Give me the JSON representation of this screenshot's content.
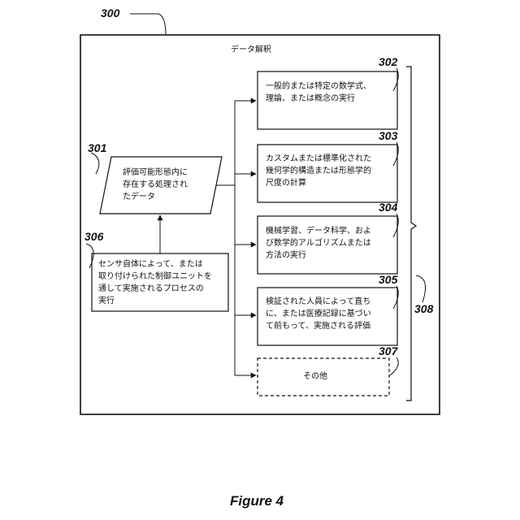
{
  "diagram": {
    "ref_main": "300",
    "title": "データ解釈",
    "nodes": {
      "n301": {
        "ref": "301",
        "lines": [
          "評価可能形態内に",
          "存在する処理され",
          "たデータ"
        ]
      },
      "n306": {
        "ref": "306",
        "lines": [
          "センサ自体によって、または",
          "取り付けられた制御ユニットを",
          "通して実施されるプロセスの",
          "実行"
        ]
      },
      "n302": {
        "ref": "302",
        "lines": [
          "一般的または特定の数学式、",
          "理論、または概念の実行"
        ]
      },
      "n303": {
        "ref": "303",
        "lines": [
          "カスタムまたは標準化された",
          "幾何学的構造または形態学的",
          "尺度の計算"
        ]
      },
      "n304": {
        "ref": "304",
        "lines": [
          "機械学習、データ科学、およ",
          "び数学的アルゴリズムまたは",
          "方法の実行"
        ]
      },
      "n305": {
        "ref": "305",
        "lines": [
          "検証された人員によって直ち",
          "に、または医療記録に基づい",
          "て前もって、実施される評価"
        ]
      },
      "n307": {
        "ref": "307",
        "lines": [
          "その他"
        ]
      }
    },
    "bracket_ref": "308"
  },
  "caption": "Figure 4"
}
